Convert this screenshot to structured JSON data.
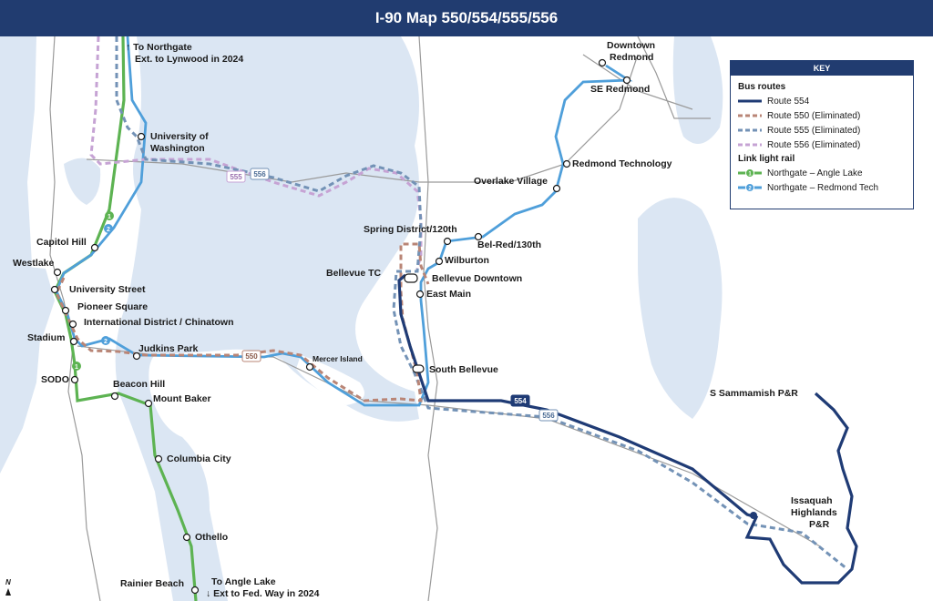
{
  "title": "I-90 Map  550/554/555/556",
  "colors": {
    "route_554": "#1f3b75",
    "route_550": "#b98576",
    "route_555": "#7392b6",
    "route_556": "#c6a3d4",
    "link_1": "#5db352",
    "link_2": "#4f9fda",
    "water": "#dbe6f3",
    "land": "#ffffff",
    "road": "#9a9a9a",
    "title_bg": "#213c70"
  },
  "key": {
    "heading": "KEY",
    "bus_section": "Bus routes",
    "bus_routes": [
      {
        "label": "Route 554",
        "style": "solid",
        "color": "#1f3b75"
      },
      {
        "label": "Route 550 (Eliminated)",
        "style": "dashed",
        "color": "#b98576"
      },
      {
        "label": "Route 555 (Eliminated)",
        "style": "dashed",
        "color": "#7392b6"
      },
      {
        "label": "Route 556 (Eliminated)",
        "style": "dashed",
        "color": "#c6a3d4"
      }
    ],
    "rail_section": "Link light rail",
    "rail_lines": [
      {
        "label": "Northgate – Angle Lake",
        "badge": "1",
        "color": "#5db352"
      },
      {
        "label": "Northgate – Redmond Tech",
        "badge": "2",
        "color": "#4f9fda"
      }
    ]
  },
  "stations": {
    "northgate_note_1": "↑ To Northgate",
    "northgate_note_2": "Ext. to Lynwood in 2024",
    "university_1": "University of",
    "university_2": "Washington",
    "capitol_hill": "Capitol Hill",
    "westlake": "Westlake",
    "university_street": "University Street",
    "pioneer_square": "Pioneer Square",
    "international_district": "International District / Chinatown",
    "stadium": "Stadium",
    "sodo": "SODO",
    "beacon_hill": "Beacon Hill",
    "mount_baker": "Mount Baker",
    "columbia_city": "Columbia City",
    "othello": "Othello",
    "rainier_beach": "Rainier Beach",
    "angle_lake_1": "To Angle Lake",
    "angle_lake_2": "↓ Ext to Fed. Way in 2024",
    "judkins_park": "Judkins Park",
    "mercer_island": "Mercer Island",
    "south_bellevue": "South Bellevue",
    "east_main": "East Main",
    "bellevue_downtown": "Bellevue Downtown",
    "bellevue_tc": "Bellevue TC",
    "wilburton": "Wilburton",
    "spring_district": "Spring District/120th",
    "bel_red": "Bel-Red/130th",
    "overlake": "Overlake Village",
    "redmond_tech": "Redmond Technology",
    "se_redmond": "SE Redmond",
    "downtown_redmond_1": "Downtown",
    "downtown_redmond_2": "Redmond",
    "s_sammamish": "S Sammamish P&R",
    "issaquah_1": "Issaquah",
    "issaquah_2": "Highlands",
    "issaquah_3": "P&R"
  },
  "shields": {
    "s555": "555",
    "s556_north": "556",
    "s550": "550",
    "s554": "554",
    "s556_south": "556"
  },
  "badges": {
    "link1_north": "1",
    "link2_north": "2",
    "link2_south": "2",
    "link1_south": "1"
  },
  "north_arrow": "N"
}
